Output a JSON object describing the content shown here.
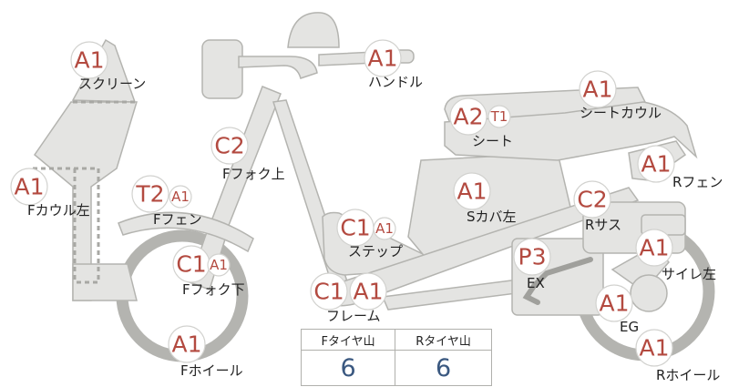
{
  "parts": [
    {
      "id": "screen",
      "label": "スクリーン",
      "badges": [
        "A1"
      ]
    },
    {
      "id": "front-cowl-left",
      "label": "Fカウル左",
      "badges": [
        "A1"
      ]
    },
    {
      "id": "front-fender",
      "label": "Fフェン",
      "badges": [
        "T2",
        "A1"
      ]
    },
    {
      "id": "front-fork-upper",
      "label": "Fフォク上",
      "badges": [
        "C2"
      ]
    },
    {
      "id": "front-fork-lower",
      "label": "Fフォク下",
      "badges": [
        "C1",
        "A1"
      ]
    },
    {
      "id": "front-wheel",
      "label": "Fホイール",
      "badges": [
        "A1"
      ]
    },
    {
      "id": "handle",
      "label": "ハンドル",
      "badges": [
        "A1"
      ]
    },
    {
      "id": "frame",
      "label": "フレーム",
      "badges": [
        "C1",
        "A1"
      ]
    },
    {
      "id": "step",
      "label": "ステップ",
      "badges": [
        "C1",
        "A1"
      ]
    },
    {
      "id": "seat",
      "label": "シート",
      "badges": [
        "A2",
        "T1"
      ]
    },
    {
      "id": "seat-cowl",
      "label": "シートカウル",
      "badges": [
        "A1"
      ]
    },
    {
      "id": "side-cover-left",
      "label": "Sカバ左",
      "badges": [
        "A1"
      ]
    },
    {
      "id": "rear-fender",
      "label": "Rフェン",
      "badges": [
        "A1"
      ]
    },
    {
      "id": "rear-suspension",
      "label": "Rサス",
      "badges": [
        "C2"
      ]
    },
    {
      "id": "muffler-left",
      "label": "サイレ左",
      "badges": [
        "A1"
      ]
    },
    {
      "id": "exhaust",
      "label": "EX",
      "badges": [
        "P3"
      ]
    },
    {
      "id": "engine",
      "label": "EG",
      "badges": [
        "A1"
      ]
    },
    {
      "id": "rear-wheel",
      "label": "Rホイール",
      "badges": [
        "A1"
      ]
    }
  ],
  "tread": {
    "front_header": "Fタイヤ山",
    "rear_header": "Rタイヤ山",
    "front_value": "6",
    "rear_value": "6"
  },
  "colors": {
    "badge_text": "#b34a40",
    "part_fill": "#e4e4e2",
    "value_text": "#3a5880"
  }
}
